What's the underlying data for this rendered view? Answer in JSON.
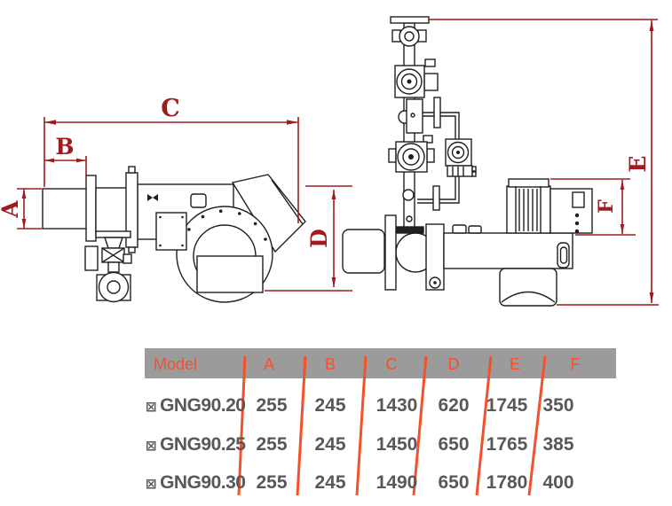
{
  "diagram": {
    "labels": {
      "a": "A",
      "b": "B",
      "c": "C",
      "d": "D",
      "e": "E",
      "f": "F"
    }
  },
  "table": {
    "columns": [
      "Model",
      "A",
      "B",
      "C",
      "D",
      "E",
      "F"
    ],
    "rows": [
      {
        "prefix": "⊠",
        "model": "GNG90.20",
        "values": [
          "255",
          "245",
          "1430",
          "620",
          "1745",
          "350"
        ]
      },
      {
        "prefix": "⊠",
        "model": "GNG90.25",
        "values": [
          "255",
          "245",
          "1450",
          "650",
          "1765",
          "385"
        ]
      },
      {
        "prefix": "⊠",
        "model": "GNG90.30",
        "values": [
          "255",
          "245",
          "1490",
          "650",
          "1780",
          "400"
        ]
      }
    ]
  },
  "colors": {
    "drawing_line": "#1f1f1f",
    "dimension_red": "#9e1c20",
    "table_header_bg": "#9b9b9b",
    "table_accent_orange": "#f2512c",
    "table_text_gray": "#57585a"
  }
}
